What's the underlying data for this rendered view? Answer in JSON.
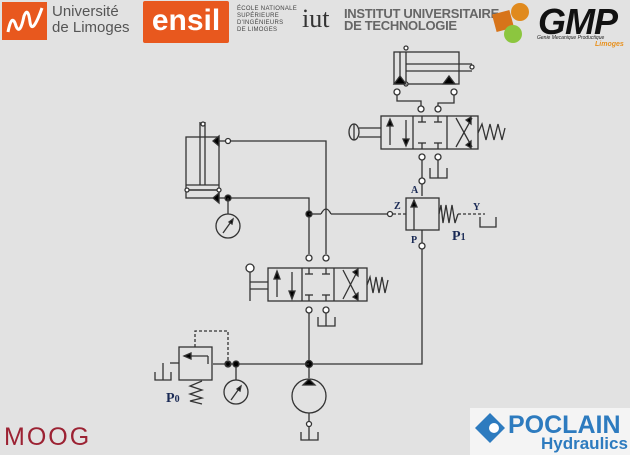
{
  "logos": {
    "universite": {
      "line1": "Université",
      "line2": "de Limoges"
    },
    "ensil": {
      "name": "ensil",
      "subtitle_lines": [
        "ÉCOLE NATIONALE",
        "SUPÉRIEURE",
        "D'INGÉNIEURS",
        "DE LIMOGES"
      ]
    },
    "iut": {
      "mark": "iut",
      "line1": "INSTITUT UNIVERSITAIRE",
      "line2": "DE TECHNOLOGIE"
    },
    "gmp": {
      "name": "GMP",
      "subtitle": "Genie Mecanique Productique",
      "city": "Limoges"
    },
    "moog": {
      "name": "MOOG"
    },
    "poclain": {
      "name": "POCLAIN",
      "subtitle": "Hydraulics"
    }
  },
  "colors": {
    "orange": "#e8581e",
    "moog_red": "#9c2233",
    "poclain_blue": "#2d7bbf",
    "line": "#333333"
  },
  "diagram": {
    "labels": {
      "port_a": "A",
      "port_p": "P",
      "port_z": "Z",
      "port_y": "Y",
      "p1_main": "P",
      "p1_sub": "1",
      "p0_main": "P",
      "p0_sub": "0"
    },
    "components": [
      "horizontal-cylinder",
      "vertical-cylinder",
      "directional-valve-upper",
      "directional-valve-lower",
      "pressure-reducing-valve",
      "relief-valve",
      "pump",
      "pressure-gauge-upper",
      "pressure-gauge-lower"
    ]
  }
}
